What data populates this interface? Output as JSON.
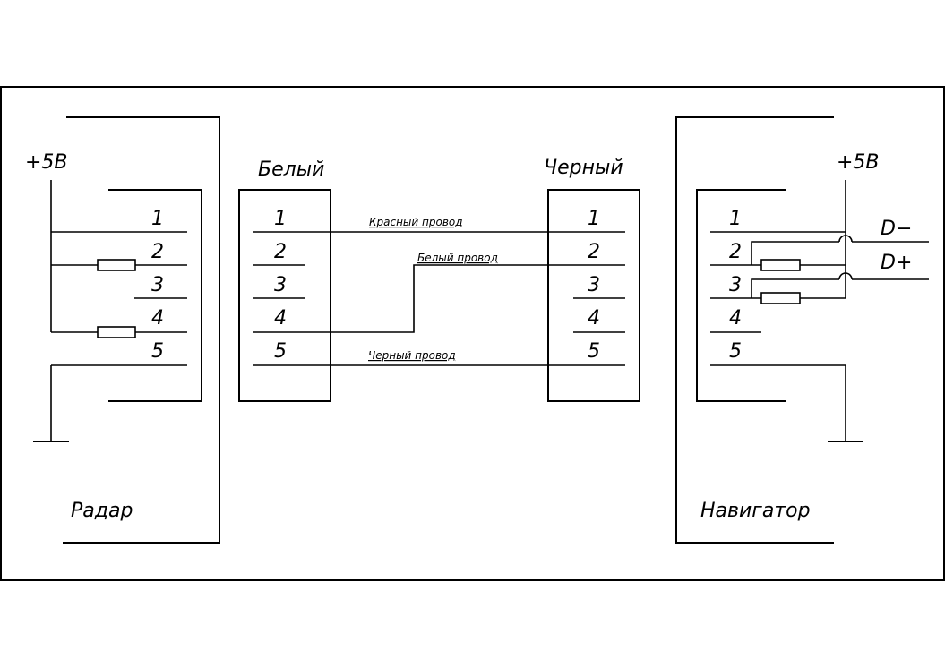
{
  "radar": {
    "label": "Радар",
    "supply": "+5В",
    "pins": [
      "1",
      "2",
      "3",
      "4",
      "5"
    ]
  },
  "cable_white": {
    "label": "Белый",
    "pins": [
      "1",
      "2",
      "3",
      "4",
      "5"
    ]
  },
  "cable_black": {
    "label": "Черный",
    "pins": [
      "1",
      "2",
      "3",
      "4",
      "5"
    ]
  },
  "navigator": {
    "label": "Навигатор",
    "supply": "+5В",
    "pins": [
      "1",
      "2",
      "3",
      "4",
      "5"
    ],
    "signal_minus": "D−",
    "signal_plus": "D+"
  },
  "wires": {
    "red": "Красный провод",
    "white": "Белый провод",
    "black": "Черный провод"
  }
}
